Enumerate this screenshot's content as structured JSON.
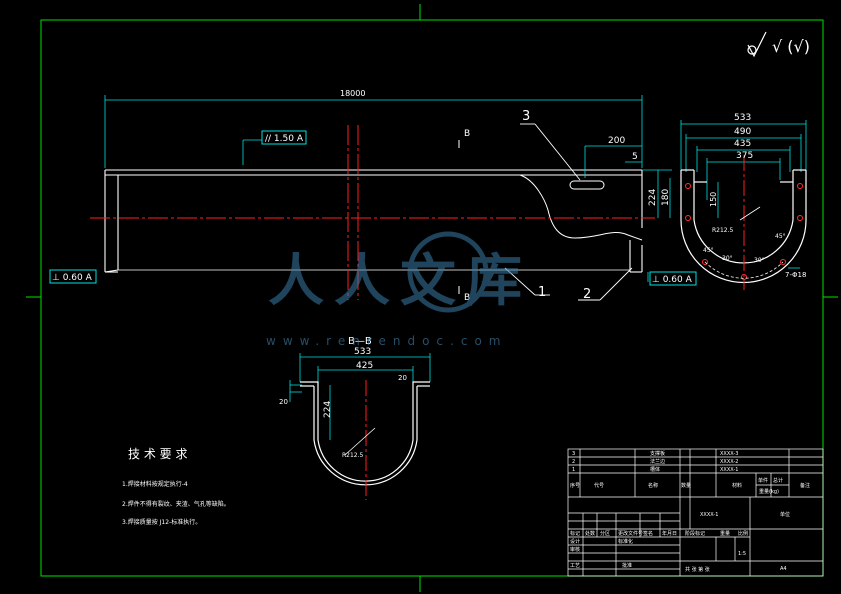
{
  "drawing": {
    "surface_mark": "√ (√)",
    "dims": {
      "overall_length": "18000",
      "parallel_tol": "// 1.50 A",
      "perp_tol_left": "⊥ 0.60 A",
      "perp_tol_right": "⊥ 0.60 A",
      "len_200": "200",
      "len_5": "5",
      "h_224": "224",
      "h_180": "180",
      "w_533": "533",
      "w_490": "490",
      "w_435": "435",
      "w_375": "375",
      "h_150": "150",
      "r_212": "R212.5",
      "ang_45_a": "45°",
      "ang_45_b": "45°",
      "ang_30_a": "30°",
      "ang_30_b": "30°",
      "hole_spec": "7-Φ18",
      "sec_w_533": "533",
      "sec_w_425": "425",
      "sec_h_224": "224",
      "sec_r": "R212.5",
      "sec_20_l": "20",
      "sec_20_r": "20"
    },
    "labels": {
      "section_mark_top": "B",
      "section_mark_bottom": "B",
      "section_title": "B—B",
      "datum_a": "A",
      "balloon_1": "1",
      "balloon_2": "2",
      "balloon_3": "3"
    },
    "watermark": {
      "text": "人人文库",
      "url": "www.renrendoc.com"
    }
  },
  "tech_req": {
    "title": "技 术 要 求",
    "items": [
      "1.焊接材料按规定执行-4",
      "2.焊件不得有裂纹、夹渣、气孔等缺陷。",
      "3.焊接质量按 J12-标准执行。"
    ]
  },
  "title_block": {
    "parts": [
      {
        "no": "3",
        "name": "支撑板",
        "code": "XXXX-3"
      },
      {
        "no": "2",
        "name": "法兰边",
        "code": "XXXX-2"
      },
      {
        "no": "1",
        "name": "槽体",
        "code": "XXXX-1"
      }
    ],
    "header": {
      "no": "序号",
      "code": "代号",
      "name": "名称",
      "qty": "数量",
      "material": "材料",
      "unit_wt": "单件",
      "total_wt": "总计",
      "weight": "重量(kg)",
      "remark": "备注"
    },
    "drawing_code": "XXXX-1",
    "rows": {
      "mark": "标记",
      "count": "处数",
      "zone": "分区",
      "change_doc": "更改文件号",
      "sign": "签名",
      "date": "年月日",
      "design": "设计",
      "standardize": "标准化",
      "check": "审核",
      "process": "工艺",
      "approve": "批准",
      "stage_mark": "阶段标记",
      "weight": "重量",
      "scale": "比例",
      "scale_val": "1:5",
      "sheets": "共   张  第   张",
      "company": "单位",
      "sheet_size": "A4"
    }
  }
}
